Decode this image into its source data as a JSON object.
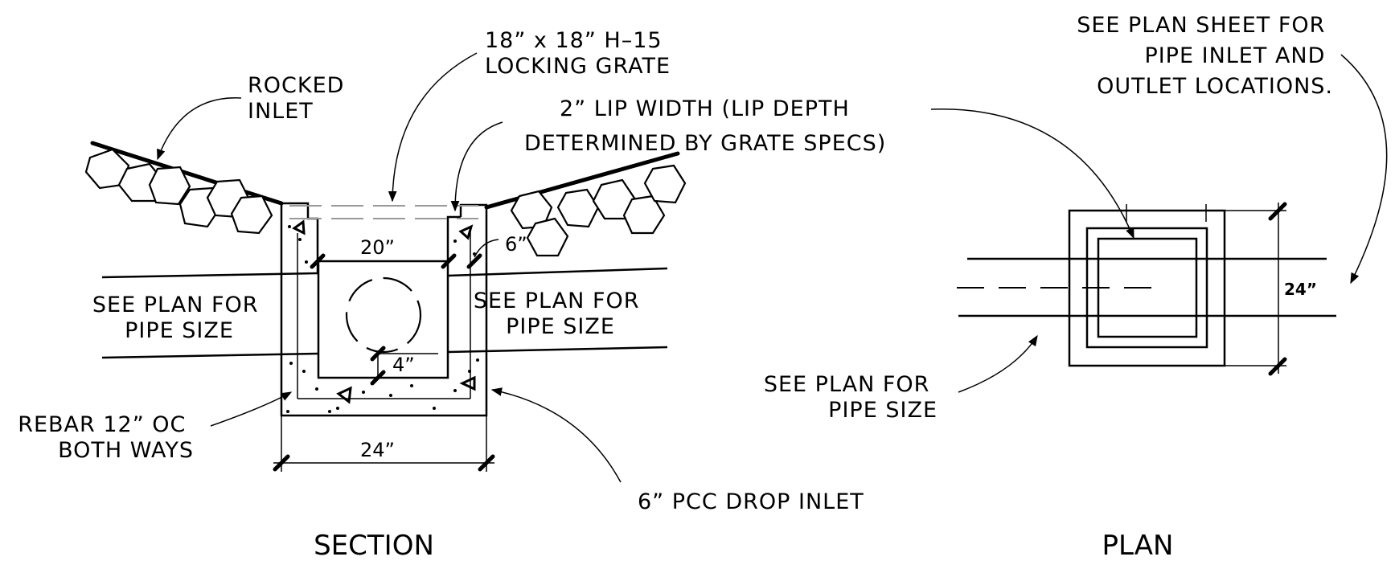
{
  "section": {
    "title": "SECTION",
    "notes": {
      "rocked_inlet": [
        "ROCKED",
        "INLET"
      ],
      "grate": [
        "18” x 18” H–15",
        "LOCKING GRATE"
      ],
      "lip": [
        "2” LIP WIDTH (LIP DEPTH",
        "DETERMINED BY GRATE SPECS)"
      ],
      "pipe_left": [
        "SEE PLAN FOR",
        "PIPE SIZE"
      ],
      "pipe_right": [
        "SEE PLAN FOR",
        "PIPE SIZE"
      ],
      "rebar": [
        "REBAR 12” OC",
        "BOTH WAYS"
      ],
      "drop_inlet": "6” PCC DROP INLET"
    },
    "dimensions": {
      "inner_width": "20”",
      "wall": "6”",
      "floor": "4”",
      "outer_width": "24”"
    }
  },
  "plan": {
    "title": "PLAN",
    "notes": {
      "sheet": [
        "SEE PLAN SHEET FOR",
        "PIPE INLET AND",
        "OUTLET LOCATIONS."
      ],
      "pipe": [
        "SEE PLAN FOR",
        "PIPE SIZE"
      ]
    },
    "dimensions": {
      "width": "24”"
    }
  }
}
